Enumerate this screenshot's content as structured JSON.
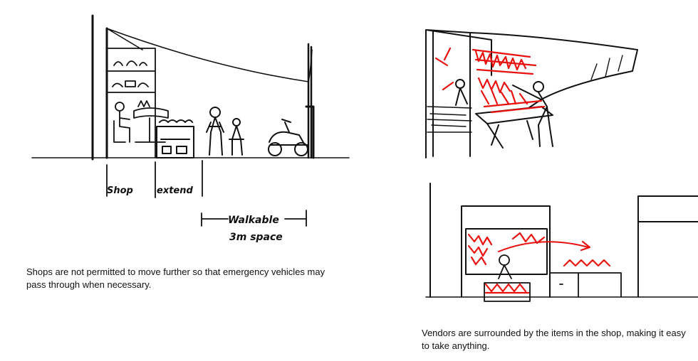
{
  "labels": {
    "shop": "Shop",
    "extend": "extend",
    "walkable_line1": "Walkable",
    "walkable_line2": "3m space"
  },
  "captions": {
    "left": "Shops are not permitted to move further so that emergency vehicles may pass through when necessary.",
    "right": "Vendors are surrounded by the items in the shop, making it easy to take anything."
  },
  "colors": {
    "ink": "#111111",
    "highlight": "#e8110f"
  }
}
